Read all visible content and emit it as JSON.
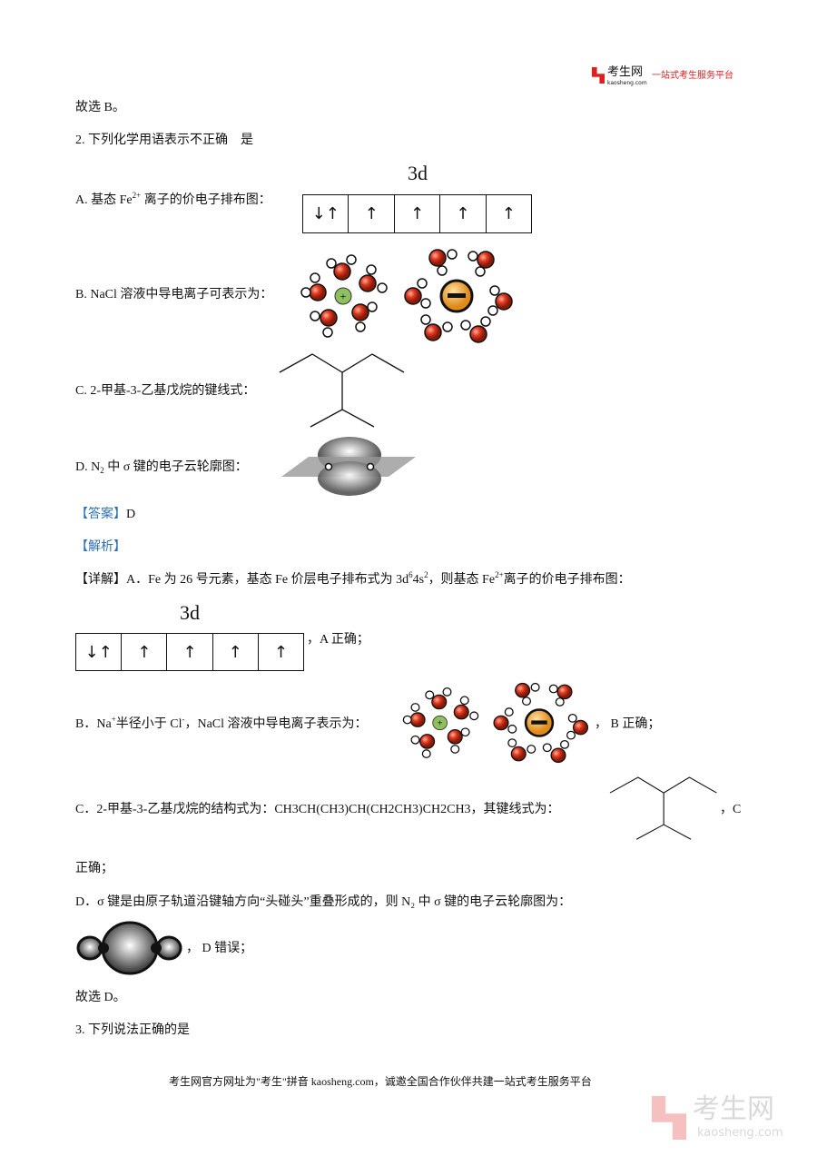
{
  "header_logo": {
    "brand": "考生网",
    "domain": "kaosheng.com",
    "slogan": "一站式考生服务平台"
  },
  "lines": {
    "prev_conclusion": "故选 B。",
    "q2": "2. 下列化学用语表示不正确　是",
    "optA_prefix": "A. 基态 Fe",
    "optA_sup": "2+",
    "optA_suffix": " 离子的价电子排布图：",
    "optB": "B. NaCl 溶液中导电离子可表示为：",
    "optC": "C. 2-甲基-3-乙基戊烷的键线式：",
    "optD_prefix": "D.  N",
    "optD_sub": "2",
    "optD_mid": " 中 σ 键的电子云轮廓图：",
    "answer_label": "【答案】",
    "answer_value": "D",
    "analysis_label": "【解析】",
    "detail_label": "【详解】",
    "detailA_1": "A．Fe 为 26 号元素，基态 Fe 价层电子排布式为 3d",
    "detailA_sup1": "6",
    "detailA_2": "4s",
    "detailA_sup2": "2",
    "detailA_3": "，则基态 Fe",
    "detailA_sup3": "2+",
    "detailA_4": "离子的价电子排布图：",
    "detailA_end": "，A 正确；",
    "detailB_1": "B．Na",
    "detailB_sup1": "+",
    "detailB_2": "半径小于 Cl",
    "detailB_sup2": "-",
    "detailB_3": "，NaCl 溶液中导电离子表示为：",
    "detailB_end": "，  B 正确；",
    "detailC_1": "C．2-甲基-3-乙基戊烷的结构式为：CH3CH(CH3)CH(CH2CH3)CH2CH3，其键线式为：",
    "detailC_end": "，C",
    "detailC_cont": "正确；",
    "detailD_1": "D．σ 键是由原子轨道沿键轴方向“头碰头”重叠形成的，则 N₂ 中 σ 键的电子云轮廓图为：",
    "detailD_end": "，  D 错误；",
    "conclusion": "故选 D。",
    "q3": "3. 下列说法正确的是"
  },
  "orbital": {
    "label": "3d",
    "cells": [
      "↓↑",
      "↑",
      "↑",
      "↑",
      "↑"
    ]
  },
  "footer": "考生网官方网址为\"考生\"拼音 kaosheng.com，诚邀全国合作伙伴共建一站式考生服务平台",
  "watermark": {
    "brand": "考生网",
    "domain": "kaosheng.com"
  },
  "colors": {
    "brand_red": "#e02020",
    "label_blue": "#2e6fb5"
  }
}
